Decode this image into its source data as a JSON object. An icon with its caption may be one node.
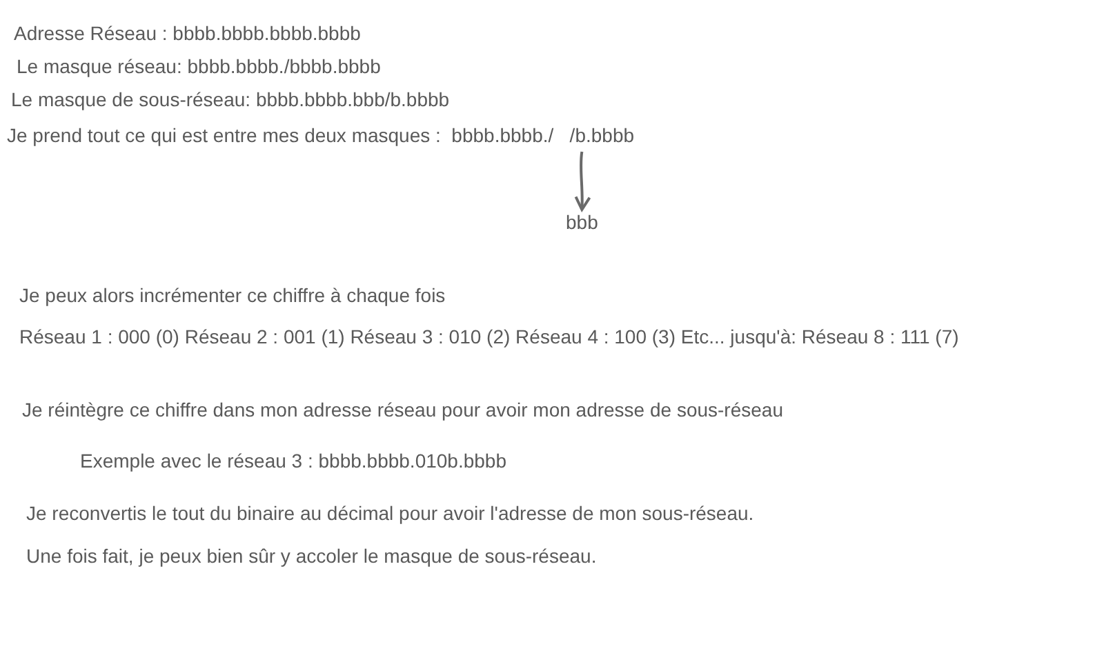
{
  "diagram": {
    "nodes": [
      {
        "text": [
          "Je prend tout ce qui est entre mes deux masques :  bbbb.bbbb./   /b.bbbb"
        ]
      },
      {
        "text": [
          "bbb"
        ]
      }
    ],
    "edges": [
      {
        "from": 0,
        "to": 1,
        "arrow": "to"
      }
    ],
    "labels": [
      "Adresse Réseau : bbbb.bbbb.bbbb.bbbb",
      "Le masque réseau: bbbb.bbbb./bbbb.bbbb",
      "Le masque de sous-réseau: bbbb.bbbb.bbb/b.bbbb",
      "Je peux alors incrémenter ce chiffre à chaque fois",
      "Réseau 1 : 000 (0) Réseau 2 : 001 (1) Réseau 3 : 010 (2) Réseau 4 : 100 (3) Etc... jusqu'à: Réseau 8 : 111 (7)",
      "Je réintègre ce chiffre dans mon adresse réseau pour avoir mon adresse de sous-réseau",
      "Exemple avec le réseau 3 : bbbb.bbbb.010b.bbbb",
      "Je reconvertis le tout du binaire au décimal pour avoir l'adresse de mon sous-réseau.",
      "Une fois fait, je peux bien sûr y accoler le masque de sous-réseau."
    ]
  }
}
